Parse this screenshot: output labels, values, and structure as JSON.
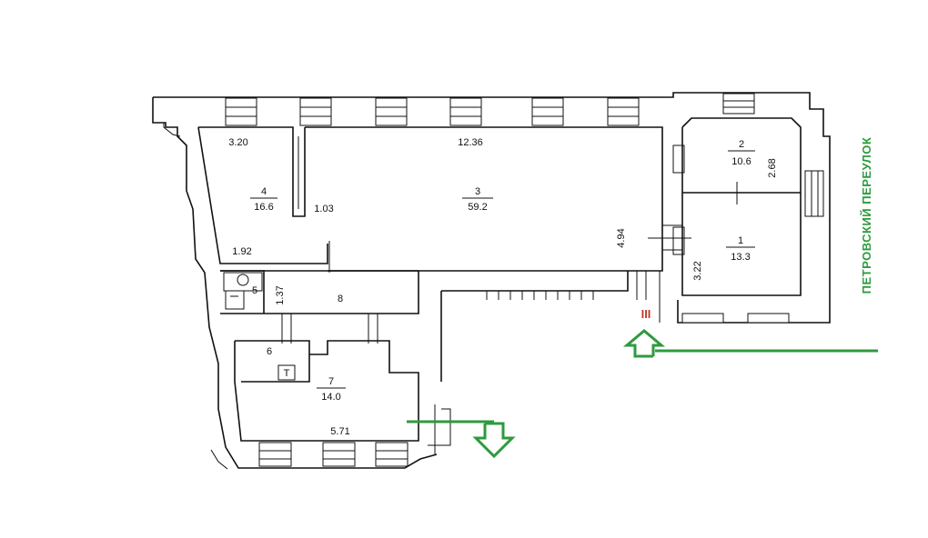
{
  "street_name": "ПЕТРОВСКИЙ ПЕРЕУЛОК",
  "entrance_marker": "III",
  "rooms": [
    {
      "id": "4",
      "number": "4",
      "area": "16.6"
    },
    {
      "id": "3",
      "number": "3",
      "area": "59.2"
    },
    {
      "id": "2",
      "number": "2",
      "area": "10.6"
    },
    {
      "id": "1",
      "number": "1",
      "area": "13.3"
    },
    {
      "id": "5",
      "number": "5",
      "area": ""
    },
    {
      "id": "8",
      "number": "8",
      "area": ""
    },
    {
      "id": "6",
      "number": "6",
      "area": ""
    },
    {
      "id": "7",
      "number": "7",
      "area": "14.0"
    }
  ],
  "dimensions": {
    "room4_width": "3.20",
    "room3_width": "12.36",
    "passage_width": "1.03",
    "room4_depth": "1.92",
    "room5_width": "1.37",
    "room3_depth": "4.94",
    "room2_depth": "2.68",
    "room1_depth": "3.22",
    "room7_width": "5.71"
  },
  "icons": {
    "toilet": "toilet-icon",
    "sink": "sink-icon",
    "boiler": "T"
  },
  "colors": {
    "arrow": "#2e9a3e",
    "street_label": "#2e9a3e",
    "entrance_marker": "#c0392b",
    "walls": "#111111"
  }
}
